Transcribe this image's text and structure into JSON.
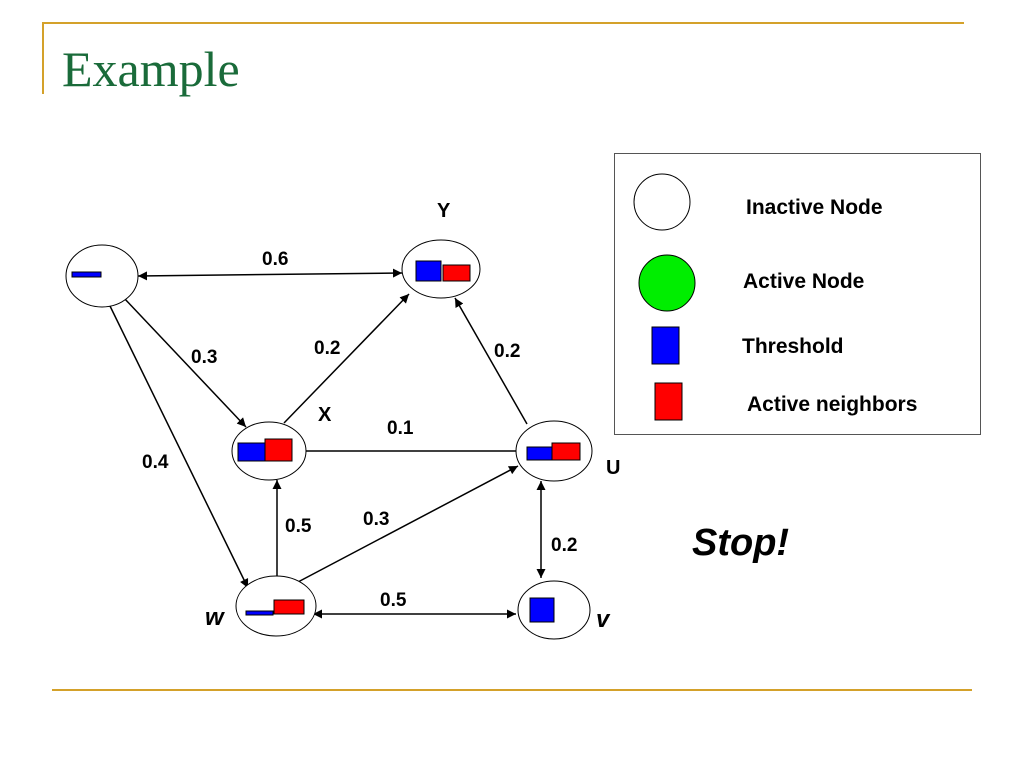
{
  "slide": {
    "title": "Example",
    "status_text": "Stop!"
  },
  "nodes": {
    "top_left": {
      "label": ""
    },
    "y": {
      "label": "Y"
    },
    "x": {
      "label": "X"
    },
    "u": {
      "label": "U"
    },
    "w": {
      "label": "w"
    },
    "v": {
      "label": "v"
    }
  },
  "edges": {
    "tl_y": "0.6",
    "tl_x": "0.3",
    "tl_w": "0.4",
    "x_y": "0.2",
    "u_y": "0.2",
    "u_x": "0.1",
    "w_x": "0.5",
    "w_u": "0.3",
    "u_v": "0.2",
    "w_v": "0.5"
  },
  "legend": {
    "inactive_node": "Inactive Node",
    "active_node": "Active Node",
    "threshold": "Threshold",
    "active_neighbors": "Active neighbors"
  },
  "colors": {
    "accent_rule": "#d4a12a",
    "title_green": "#1a6b3a",
    "threshold_blue": "#0000ff",
    "neighbors_red": "#ff0000",
    "active_node_green": "#00ee00"
  }
}
